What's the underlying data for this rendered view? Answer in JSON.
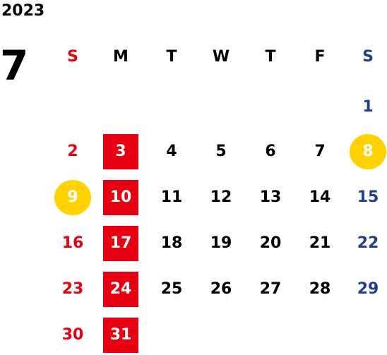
{
  "calendar": {
    "year": "2023",
    "month": "7",
    "weekdays": [
      "S",
      "M",
      "T",
      "W",
      "T",
      "F",
      "S"
    ],
    "weeks": [
      [
        "",
        "",
        "",
        "",
        "",
        "",
        "1"
      ],
      [
        "2",
        "3",
        "4",
        "5",
        "6",
        "7",
        "8"
      ],
      [
        "9",
        "10",
        "11",
        "12",
        "13",
        "14",
        "15"
      ],
      [
        "16",
        "17",
        "18",
        "19",
        "20",
        "21",
        "22"
      ],
      [
        "23",
        "24",
        "25",
        "26",
        "27",
        "28",
        "29"
      ],
      [
        "30",
        "31",
        "",
        "",
        "",
        "",
        ""
      ]
    ],
    "red_box_days": [
      "3",
      "10",
      "17",
      "24",
      "31"
    ],
    "yellow_circle_days": [
      "8",
      "9"
    ]
  },
  "colors": {
    "sunday": "#e60012",
    "saturday": "#1f3f8f",
    "weekday": "#000000",
    "closed_box": "#e60012",
    "highlight_circle": "#ffd200"
  }
}
